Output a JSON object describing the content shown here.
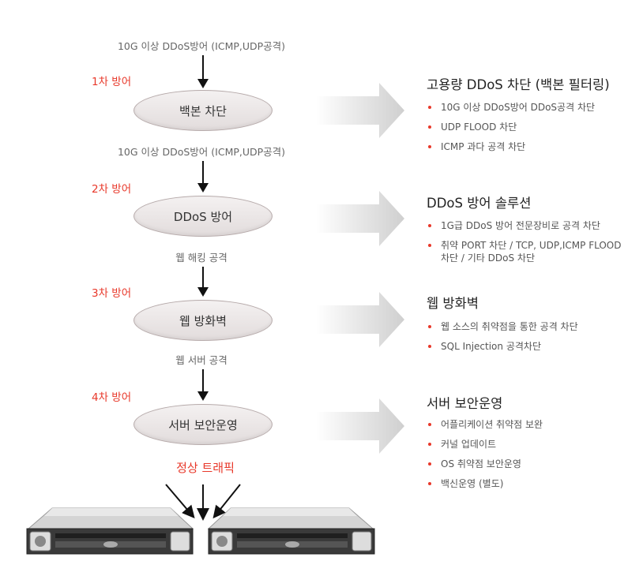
{
  "flow": {
    "attack_labels": [
      "10G 이상 DDoS방어 (ICMP,UDP공격)",
      "10G 이상 DDoS방어 (ICMP,UDP공격)",
      "웹 해킹 공격",
      "웹 서버 공격"
    ],
    "stage_labels": [
      "1차 방어",
      "2차 방어",
      "3차 방어",
      "4차 방어"
    ],
    "nodes": [
      "백본 차단",
      "DDoS 방어",
      "웹 방화벽",
      "서버 보안운영"
    ],
    "normal_traffic": "정상 트래픽"
  },
  "sections": [
    {
      "title": "고용량 DDoS 차단 (백본 필터링)",
      "items": [
        "10G 이상 DDoS방어 DDoS공격 차단",
        "UDP FLOOD 차단",
        "ICMP 과다 공격 차단"
      ]
    },
    {
      "title": "DDoS 방어 솔루션",
      "items": [
        "1G급 DDoS 방어 전문장비로 공격 차단",
        "취약 PORT 차단 / TCP, UDP,ICMP FLOOD 차단 / 기타 DDoS 차단"
      ]
    },
    {
      "title": "웹 방화벽",
      "items": [
        "웹 소스의 취약점을 통한 공격 차단",
        "SQL Injection 공격차단"
      ]
    },
    {
      "title": "서버 보안운영",
      "items": [
        "어플리케이션 취약점 보완",
        "커널 업데이트",
        "OS 취약점 보안운영",
        "백신운영 (별도)"
      ]
    }
  ],
  "colors": {
    "accent": "#e8382a",
    "node_fill": "#ebe6e6",
    "node_border": "#b7abab"
  },
  "icons": [
    "server-image",
    "server-image"
  ]
}
